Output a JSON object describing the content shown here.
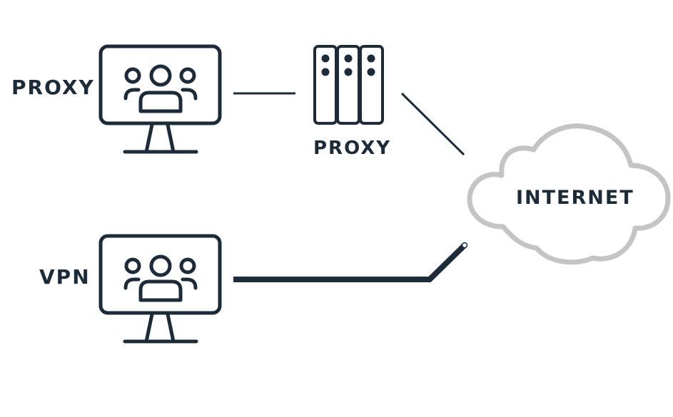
{
  "labels": {
    "proxy_client": "PROXY",
    "proxy_server": "PROXY",
    "vpn_client": "VPN",
    "internet": "INTERNET"
  },
  "colors": {
    "stroke": "#1c2b3a",
    "cloud": "#c4c4c4",
    "background": "#ffffff"
  },
  "icons": {
    "proxy_client": "users-monitor-icon",
    "vpn_client": "users-monitor-icon",
    "proxy_server": "server-rack-icon",
    "internet": "cloud-icon"
  }
}
